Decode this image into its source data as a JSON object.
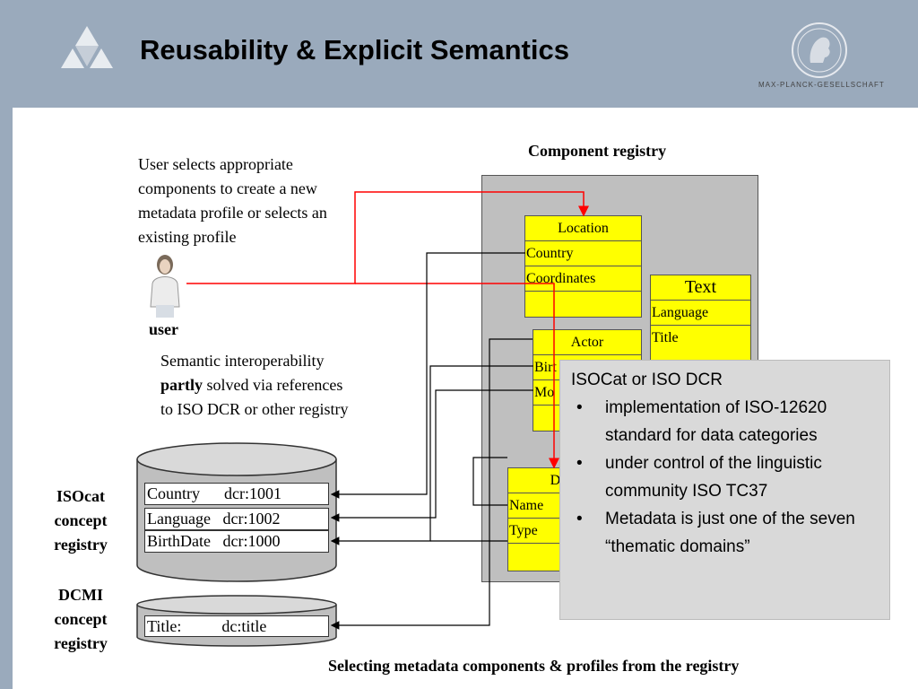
{
  "title": "Reusability & Explicit Semantics",
  "logo_text": "MAX-PLANCK-GESELLSCHAFT",
  "user_text": "User selects appropriate components to create a new metadata profile  or selects an existing profile",
  "user_label": "user",
  "semantic_text_bold": "partly",
  "semantic_text_line1": "Semantic interoperability",
  "semantic_text_rest": " solved via references",
  "semantic_text_line3": "to ISO DCR or other registry",
  "component_registry_label": "Component registry",
  "components": {
    "location": {
      "header": "Location",
      "rows": [
        "Country",
        "Coordinates"
      ]
    },
    "text": {
      "header": "Text",
      "rows": [
        "Language",
        "Title"
      ]
    },
    "actor": {
      "header": "Actor",
      "rows": [
        "Birt",
        "Mo"
      ]
    },
    "dan": {
      "header": "Dan",
      "rows": [
        "Name",
        "Type"
      ]
    }
  },
  "overlay": {
    "title": "ISOCat or ISO DCR",
    "bullets": [
      "implementation of ISO-12620 standard for data categories",
      "under control of the linguistic community ISO TC37",
      "Metadata is just one of the seven “thematic domains”"
    ]
  },
  "isocat": {
    "label": "ISOcat concept registry",
    "entries": [
      "Country      dcr:1001",
      "Language   dcr:1002",
      "BirthDate   dcr:1000"
    ]
  },
  "dcmi": {
    "label": "DCMI concept registry",
    "entries": [
      "Title:          dc:title"
    ]
  },
  "caption": "Selecting metadata components & profiles from the registry",
  "colors": {
    "header": "#9aaabc",
    "component": "#ffff00",
    "arrow_red": "#ff0000",
    "overlay": "#d9d9d9"
  }
}
